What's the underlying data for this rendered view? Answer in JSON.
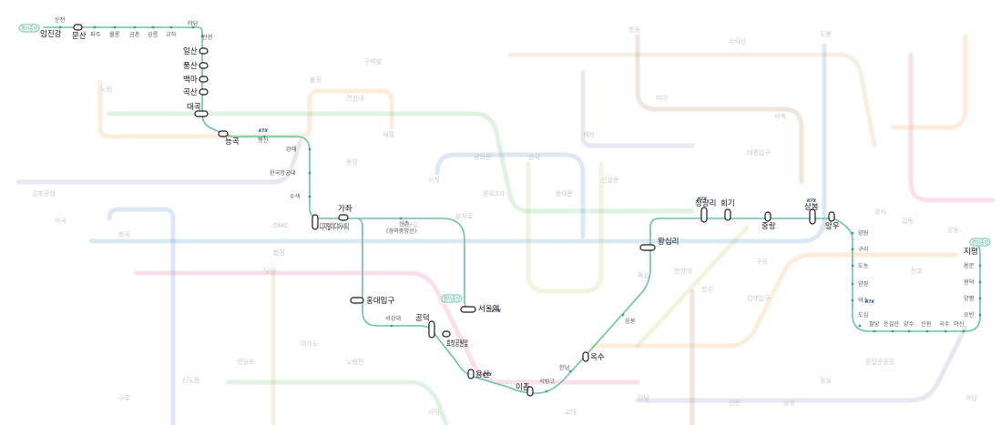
{
  "line": {
    "name_tag_west": "경의중앙",
    "name_tag_east": "경의중앙",
    "name_tag_center": "경의중앙",
    "color": "#6ac4a0",
    "ktx_mark": "KTX"
  },
  "stations": {
    "imjingang": "임진강",
    "munsan": "문산",
    "uncheon": "운천",
    "paju": "파주",
    "wollong": "월롱",
    "geumchon": "금촌",
    "geumneung": "금릉",
    "gyoha": "교하",
    "yadang": "야당",
    "tanhyeon": "탄현",
    "ilsan": "일산",
    "pungsan": "풍산",
    "baengma": "백마",
    "goksan": "곡산",
    "daegok": "대곡",
    "neunggok": "능곡",
    "haengsin": "행신",
    "gangmae": "강매",
    "hanggongdae": "한국항공대",
    "susaek": "수색",
    "dmc": "디지털미디어시티",
    "gajwa": "가좌",
    "sinchon": "신촌",
    "sinchon_sub": "(경의중앙선)",
    "seoul": "서울역",
    "hongik": "홍대입구",
    "seogang": "서강대",
    "gongdeok": "공덕",
    "hyochang": "효창공원앞",
    "yongsan": "용산",
    "ichon": "이촌",
    "seobinggo": "서빙고",
    "hannam": "한남",
    "oksu": "옥수",
    "eungbong": "응봉",
    "wangsimni": "왕십리",
    "cheongnyangni": "청량리",
    "hoegi": "회기",
    "jungnang": "중랑",
    "sangbong": "상봉",
    "mangu": "망우",
    "yangwon": "양원",
    "guri": "구리",
    "dosim_donong": "도농",
    "yangjeong": "양정",
    "deokso": "덕소",
    "dosim": "도심",
    "paldang": "팔당",
    "ungilsan": "운길산",
    "yangsu": "양수",
    "sinwon": "신원",
    "guksu": "국수",
    "asin": "아신",
    "obin": "오빈",
    "yangpyeong": "양평",
    "wondeok": "원덕",
    "yongmun": "용문",
    "jipyeong": "지평"
  },
  "background_labels": [
    "노원",
    "창동",
    "수락산",
    "동대문",
    "종로3가",
    "시청",
    "을지로",
    "신설동",
    "미아",
    "성수",
    "건대입구",
    "잠실",
    "교대",
    "사당",
    "노량진",
    "여의도",
    "영등포",
    "신도림",
    "구로",
    "김포공항",
    "마곡",
    "화곡",
    "합정",
    "당산",
    "충정로",
    "광화문",
    "안국",
    "혜화",
    "한양대",
    "뚝섬",
    "강남",
    "선릉",
    "삼성",
    "종합운동장",
    "천호",
    "강동",
    "길동",
    "하남",
    "암사",
    "구의",
    "석계",
    "태릉입구",
    "도봉",
    "불광",
    "연신내",
    "구파발",
    "DMC",
    "응암",
    "새절"
  ]
}
